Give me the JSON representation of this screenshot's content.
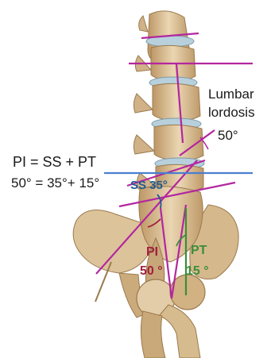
{
  "labels": {
    "formula": "PI = SS + PT",
    "formula_values": "50° = 35°+ 15°",
    "lordosis_title_1": "Lumbar",
    "lordosis_title_2": "lordosis",
    "lordosis_angle": "50°",
    "ss": "SS 35°",
    "pi_name": "PI",
    "pi_angle": "50 °",
    "pt_name": "PT",
    "pt_angle": "15 °"
  },
  "colors": {
    "magenta_lines": "#b3269f",
    "blue_line": "#4a7fd0",
    "ss_label": "#1f5b93",
    "pi_label": "#a0213b",
    "pt_label": "#3c8d3c",
    "bone": "#dcc39a",
    "bone_shadow": "#a27f52",
    "disc": "#b7d0dc"
  }
}
